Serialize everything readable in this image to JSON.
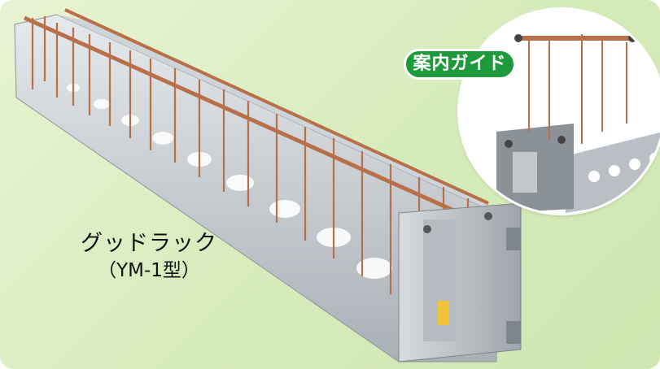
{
  "badge": {
    "label": "案内ガイド"
  },
  "product": {
    "name": "グッドラック",
    "model": "（YM-1型）"
  },
  "colors": {
    "background": "#d6ebbb",
    "badge": "#1e9a3c",
    "wire": "#b8704a",
    "metal": "#c9ced3"
  }
}
